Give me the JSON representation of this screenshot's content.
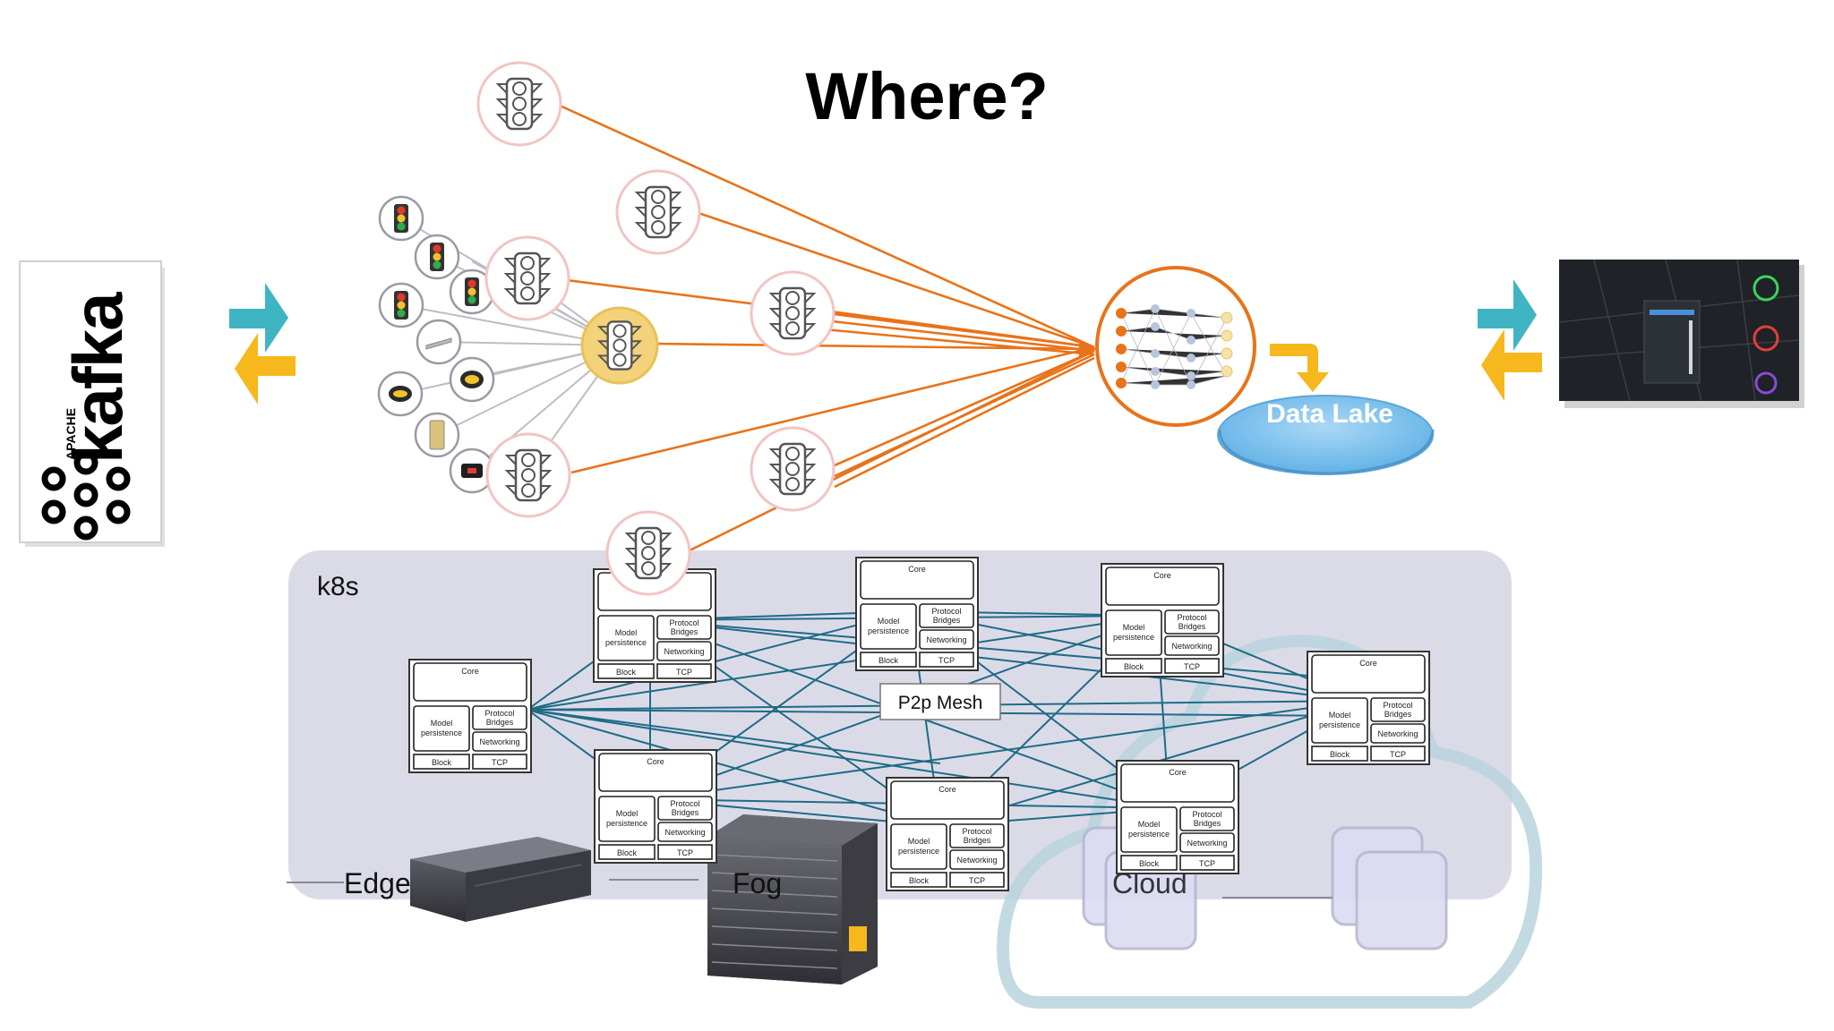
{
  "title": "Where?",
  "kafka": {
    "apache": "APACHE",
    "name": "kafka"
  },
  "cluster": {
    "label": "k8s",
    "mesh_label": "P2p Mesh"
  },
  "tiers": {
    "edge": "Edge",
    "fog": "Fog",
    "cloud": "Cloud"
  },
  "data_lake": {
    "label": "Data Lake"
  },
  "node": {
    "core": "Core",
    "model_line1": "Model",
    "model_line2": "persistence",
    "protocol_line1": "Protocol",
    "protocol_line2": "Bridges",
    "networking": "Networking",
    "block": "Block",
    "tcp": "TCP"
  },
  "colors": {
    "edge_line": "#e8731a",
    "mesh_line": "#1e6b86",
    "circle_ring": "#f2c4c4",
    "cluster_bg": "#d9d9e8",
    "cloud_stroke": "#b7d3dc",
    "data_lake": "#7fc4ee",
    "arrow_teal": "#3fb5c4",
    "arrow_gold": "#f6b81c"
  },
  "icons": [
    "traffic-light-icon",
    "sensor-icon",
    "neural-network-icon",
    "dashboard-icon",
    "server-icon",
    "cloud-icon"
  ]
}
